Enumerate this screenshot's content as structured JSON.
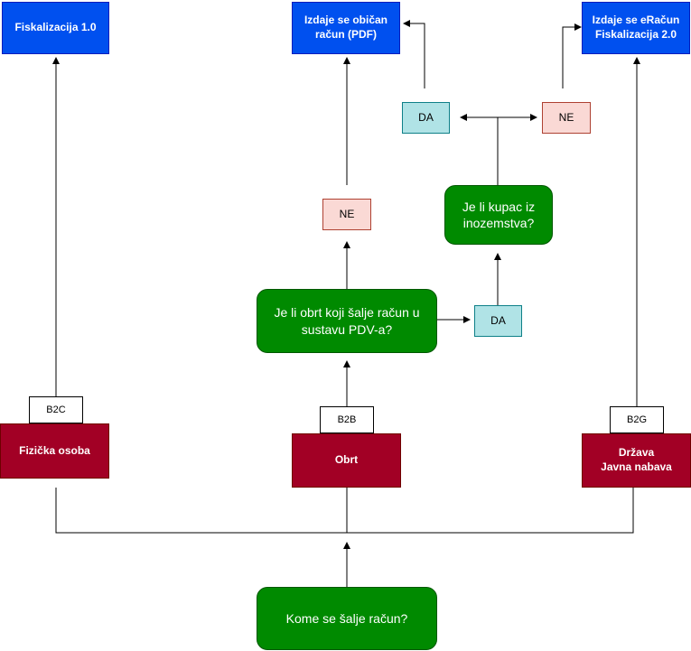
{
  "nodes": {
    "fiskalizacija_1": "Fiskalizacija 1.0",
    "obican_racun": "Izdaje se običan\nračun (PDF)",
    "eracun": "Izdaje se eRačun\nFiskalizacija 2.0",
    "da_top": "DA",
    "ne_top": "NE",
    "kupac_inozemstvo": "Je li kupac iz\ninozemstva?",
    "ne_mid": "NE",
    "obrt_pdv": "Je li obrt koji šalje račun u\nsustavu PDV-a?",
    "da_mid": "DA",
    "b2c": "B2C",
    "b2b": "B2B",
    "b2g": "B2G",
    "fizicka_osoba": "Fizička osoba",
    "obrt": "Obrt",
    "drzava": "Država\nJavna nabava",
    "kome_racun": "Kome se šalje račun?"
  },
  "colors": {
    "output_blue": "#0050ef",
    "recipient_red": "#a20025",
    "decision_green": "#008a00",
    "yes_cyan": "#b0e3e6",
    "no_pink": "#fad9d5"
  }
}
